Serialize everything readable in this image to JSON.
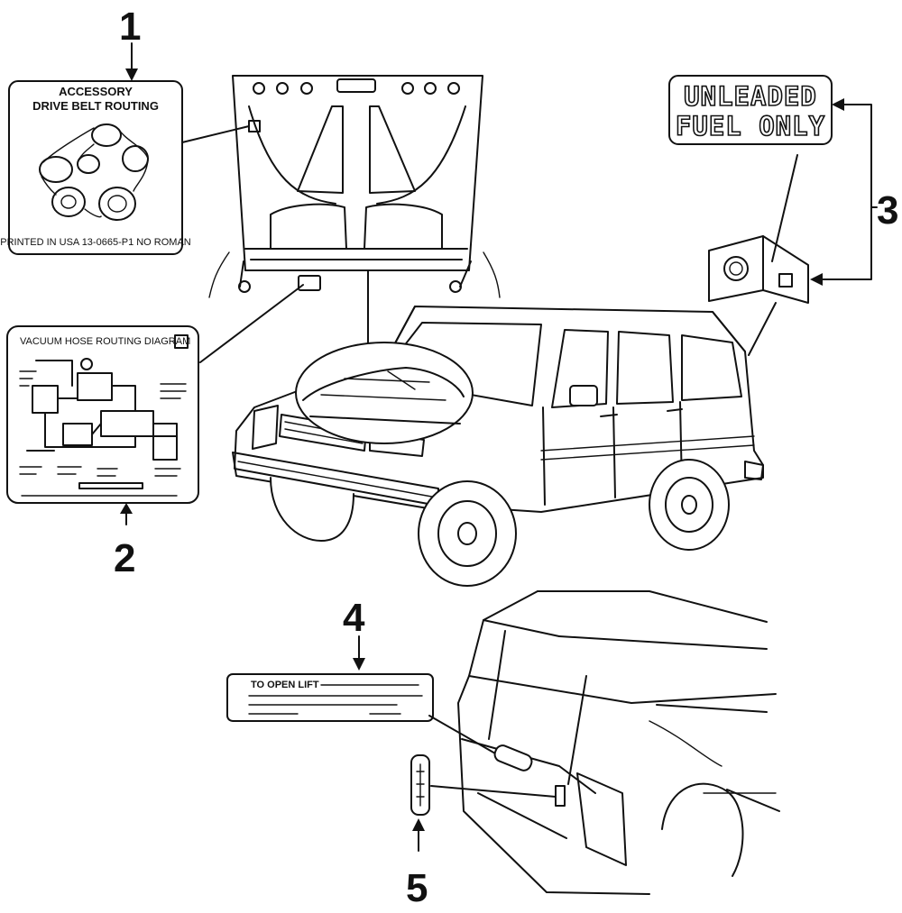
{
  "callouts": {
    "c1": "1",
    "c2": "2",
    "c3": "3",
    "c4": "4",
    "c5": "5"
  },
  "labels": {
    "belt_routing_line1": "ACCESSORY",
    "belt_routing_line2": "DRIVE BELT ROUTING",
    "belt_routing_footer": "PRINTED IN USA 13-0665-P1 NO ROMAN",
    "vacuum_hose_title": "VACUUM HOSE ROUTING DIAGRAM",
    "fuel_line1": "UNLEADED",
    "fuel_line2": "FUEL ONLY",
    "liftgate_title": "TO OPEN LIFT"
  }
}
